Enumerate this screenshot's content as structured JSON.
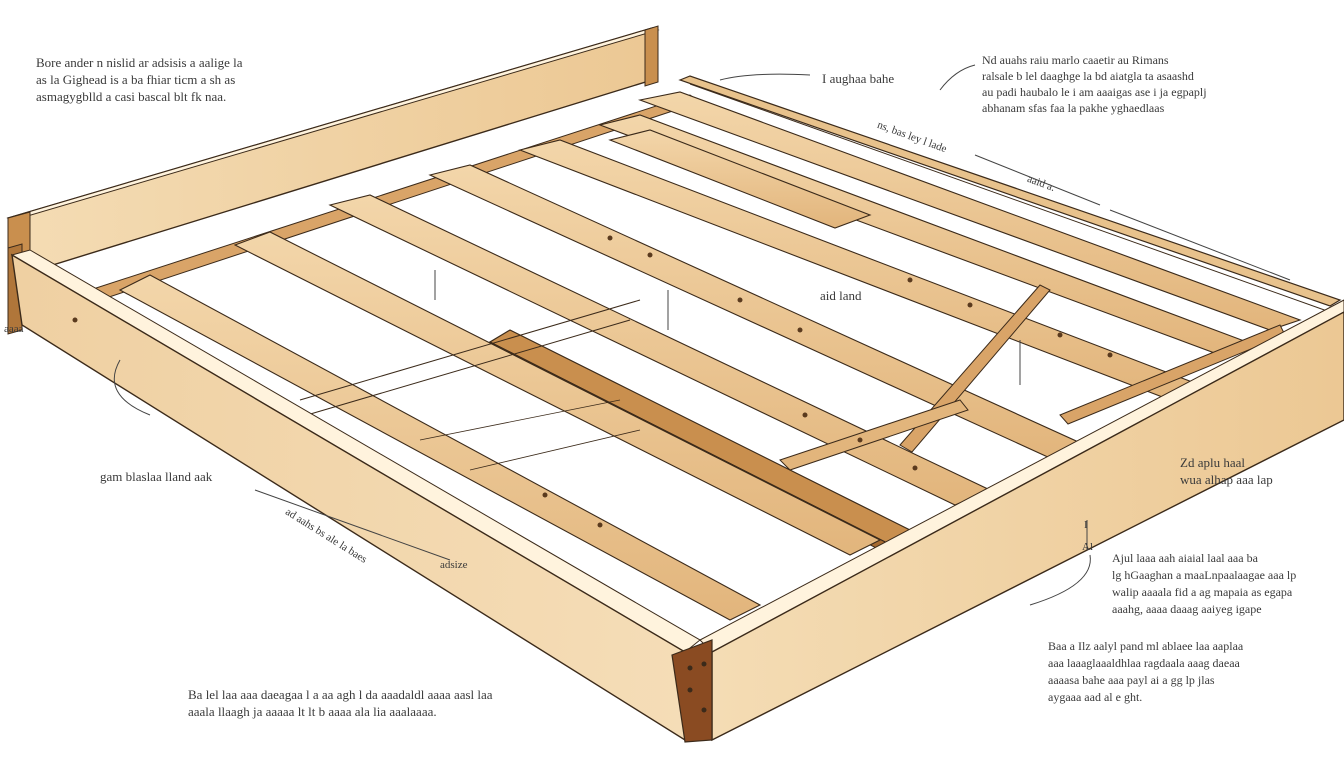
{
  "colors": {
    "wood_light": "#f1d3a6",
    "wood_mid": "#e6bd86",
    "wood_dark": "#c98f4e",
    "wood_shadow": "#b0763a",
    "outline": "#3b2a1a",
    "hardware": "#8a4b22",
    "text": "#3a3a3a"
  },
  "annotations": {
    "top_left": "Bore ander n nislid ar adsisis a aalige la\nas la Gighead is a ba fhiar ticm a sh as\nasmagygblld a casi bascal blt fk naa.",
    "top_center_label": "I aughaa bahe",
    "top_right": "Nd auahs raiu marlo caaetir au Rimans\nralsale b lel daaghge la bd aiatgla ta asaashd\nau padi haubalo le i am aaaigas ase i ja egpaplj\nabhanam sfas faa la pakhe yghaedlaas",
    "right_slant_1": "ns, bas ley l lade",
    "right_slant_2": "aaid a.",
    "center_label": "aid land",
    "left_edge_label": "aaaa",
    "left_mid_label": "gam blaslaa lland aak",
    "left_slant": "ad aahs bs ale la baes",
    "bottom_small_label": "adsize",
    "right_mid": "Zd aplu haal\nwua alhap aaa lap",
    "right_lower": "Ajul laaa aah aiaial laal aaa ba\nlg hGaaghan a maaLnpaalaagae aaa lp\nwalip aaaala fid a ag mapaia as egapa\naaahg, aaaa daaag aaiyeg igape",
    "right_bottom": "Baa a Ilz aalyl pand ml ablaee laa aaplaa\naaa laaaglaaaldhlaa ragdaala aaag daeaa\naaaasa bahe aaa payl ai a gg lp jlas\naygaaa aad al e ght.",
    "bottom_center": "Ba lel laa aaa daeagaa l a aa agh l da aaadaldl aaaa aasl laa\naaala llaagh ja aaaaa lt lt b aaaa ala lia aaalaaaa.",
    "left_marker": "I",
    "right_marker": "Al"
  }
}
